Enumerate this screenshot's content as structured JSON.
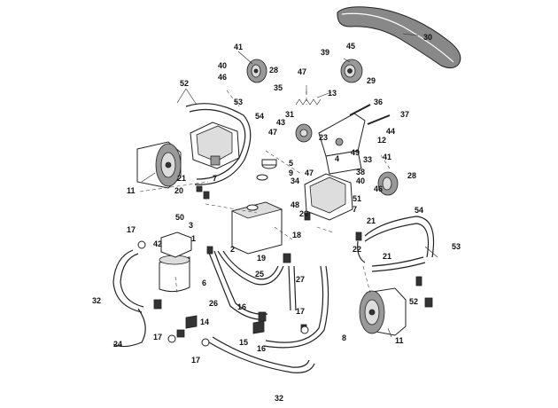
{
  "callouts": [
    {
      "id": "c30",
      "text": "30"
    },
    {
      "id": "c45",
      "text": "45"
    },
    {
      "id": "c39",
      "text": "39"
    },
    {
      "id": "c29",
      "text": "29"
    },
    {
      "id": "c41a",
      "text": "41"
    },
    {
      "id": "c40a",
      "text": "40"
    },
    {
      "id": "c46a",
      "text": "46"
    },
    {
      "id": "c28a",
      "text": "28"
    },
    {
      "id": "c47a",
      "text": "47"
    },
    {
      "id": "c52a",
      "text": "52"
    },
    {
      "id": "c35",
      "text": "35"
    },
    {
      "id": "c13",
      "text": "13"
    },
    {
      "id": "c36",
      "text": "36"
    },
    {
      "id": "c53a",
      "text": "53"
    },
    {
      "id": "c54a",
      "text": "54"
    },
    {
      "id": "c31",
      "text": "31"
    },
    {
      "id": "c37",
      "text": "37"
    },
    {
      "id": "c43",
      "text": "43"
    },
    {
      "id": "c44",
      "text": "44"
    },
    {
      "id": "c47b",
      "text": "47"
    },
    {
      "id": "c23",
      "text": "23"
    },
    {
      "id": "c12",
      "text": "12"
    },
    {
      "id": "c49",
      "text": "49"
    },
    {
      "id": "c33",
      "text": "33"
    },
    {
      "id": "c4",
      "text": "4"
    },
    {
      "id": "c41b",
      "text": "41"
    },
    {
      "id": "c5",
      "text": "5"
    },
    {
      "id": "c9",
      "text": "9"
    },
    {
      "id": "c47c",
      "text": "47"
    },
    {
      "id": "c38",
      "text": "38"
    },
    {
      "id": "c28b",
      "text": "28"
    },
    {
      "id": "c34",
      "text": "34"
    },
    {
      "id": "c40b",
      "text": "40"
    },
    {
      "id": "c46b",
      "text": "46"
    },
    {
      "id": "c21a",
      "text": "21"
    },
    {
      "id": "c7a",
      "text": "7"
    },
    {
      "id": "c11a",
      "text": "11"
    },
    {
      "id": "c20a",
      "text": "20"
    },
    {
      "id": "c51",
      "text": "51"
    },
    {
      "id": "c48",
      "text": "48"
    },
    {
      "id": "c7b",
      "text": "7"
    },
    {
      "id": "c20b",
      "text": "20"
    },
    {
      "id": "c54b",
      "text": "54"
    },
    {
      "id": "c50",
      "text": "50"
    },
    {
      "id": "c3",
      "text": "3"
    },
    {
      "id": "c17a",
      "text": "17"
    },
    {
      "id": "c42",
      "text": "42"
    },
    {
      "id": "c1",
      "text": "1"
    },
    {
      "id": "c21b",
      "text": "21"
    },
    {
      "id": "c2",
      "text": "2"
    },
    {
      "id": "c18",
      "text": "18"
    },
    {
      "id": "c53b",
      "text": "53"
    },
    {
      "id": "c19",
      "text": "19"
    },
    {
      "id": "c22",
      "text": "22"
    },
    {
      "id": "c21c",
      "text": "21"
    },
    {
      "id": "c25",
      "text": "25"
    },
    {
      "id": "c27",
      "text": "27"
    },
    {
      "id": "c6",
      "text": "6"
    },
    {
      "id": "c52b",
      "text": "52"
    },
    {
      "id": "c32a",
      "text": "32"
    },
    {
      "id": "c26",
      "text": "26"
    },
    {
      "id": "c16a",
      "text": "16"
    },
    {
      "id": "c17b",
      "text": "17"
    },
    {
      "id": "c14",
      "text": "14"
    },
    {
      "id": "c11b",
      "text": "11"
    },
    {
      "id": "c17c",
      "text": "17"
    },
    {
      "id": "c15",
      "text": "15"
    },
    {
      "id": "c16b",
      "text": "16"
    },
    {
      "id": "c8",
      "text": "8"
    },
    {
      "id": "c24",
      "text": "24"
    },
    {
      "id": "c17d",
      "text": "17"
    },
    {
      "id": "c32b",
      "text": "32"
    }
  ]
}
